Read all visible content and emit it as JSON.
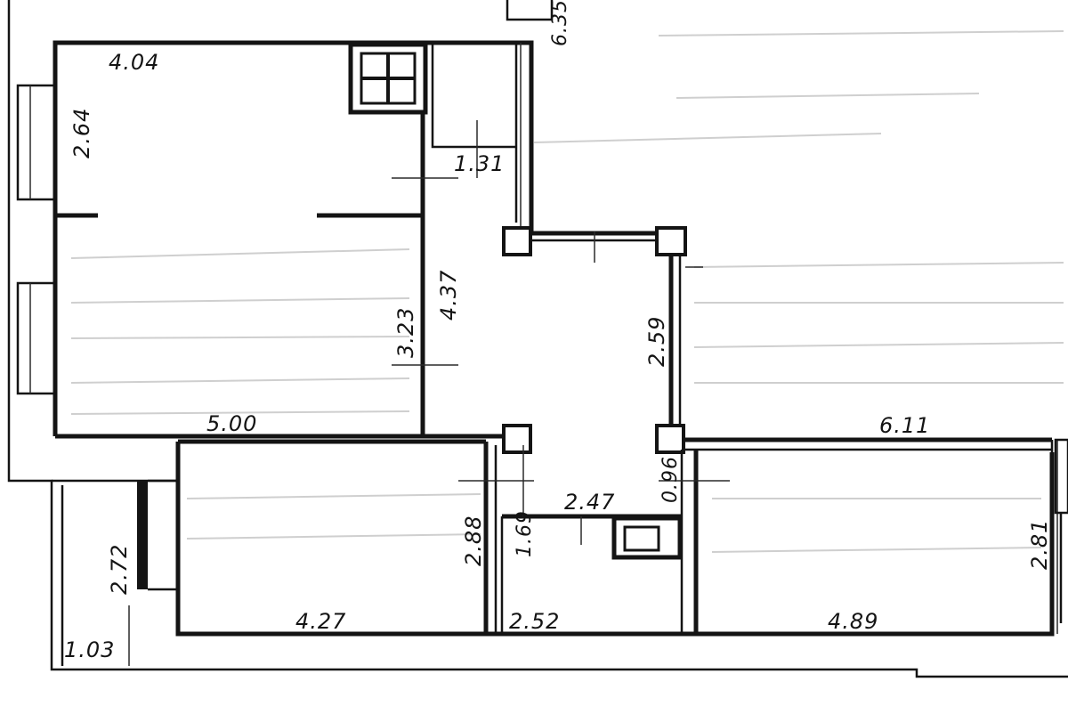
{
  "plan": {
    "dimensions": {
      "kitchen_width": "4.04",
      "kitchen_height": "2.64",
      "bath_width": "1.31",
      "living_height_left": "3.23",
      "living_height_right": "4.37",
      "hall_height": "2.59",
      "living_width": "5.00",
      "bedroom_width": "6.11",
      "wc_height": "0.96",
      "corridor_width": "2.47",
      "closet_height": "1.69",
      "room_height_mid": "2.88",
      "balcony_height": "2.72",
      "bedroom_height": "2.81",
      "room_bottom_width": "4.27",
      "closet_bottom_width": "2.52",
      "bedroom_bottom_width": "4.89",
      "balcony_width": "1.03",
      "top_edge_cut": "6.35"
    }
  }
}
